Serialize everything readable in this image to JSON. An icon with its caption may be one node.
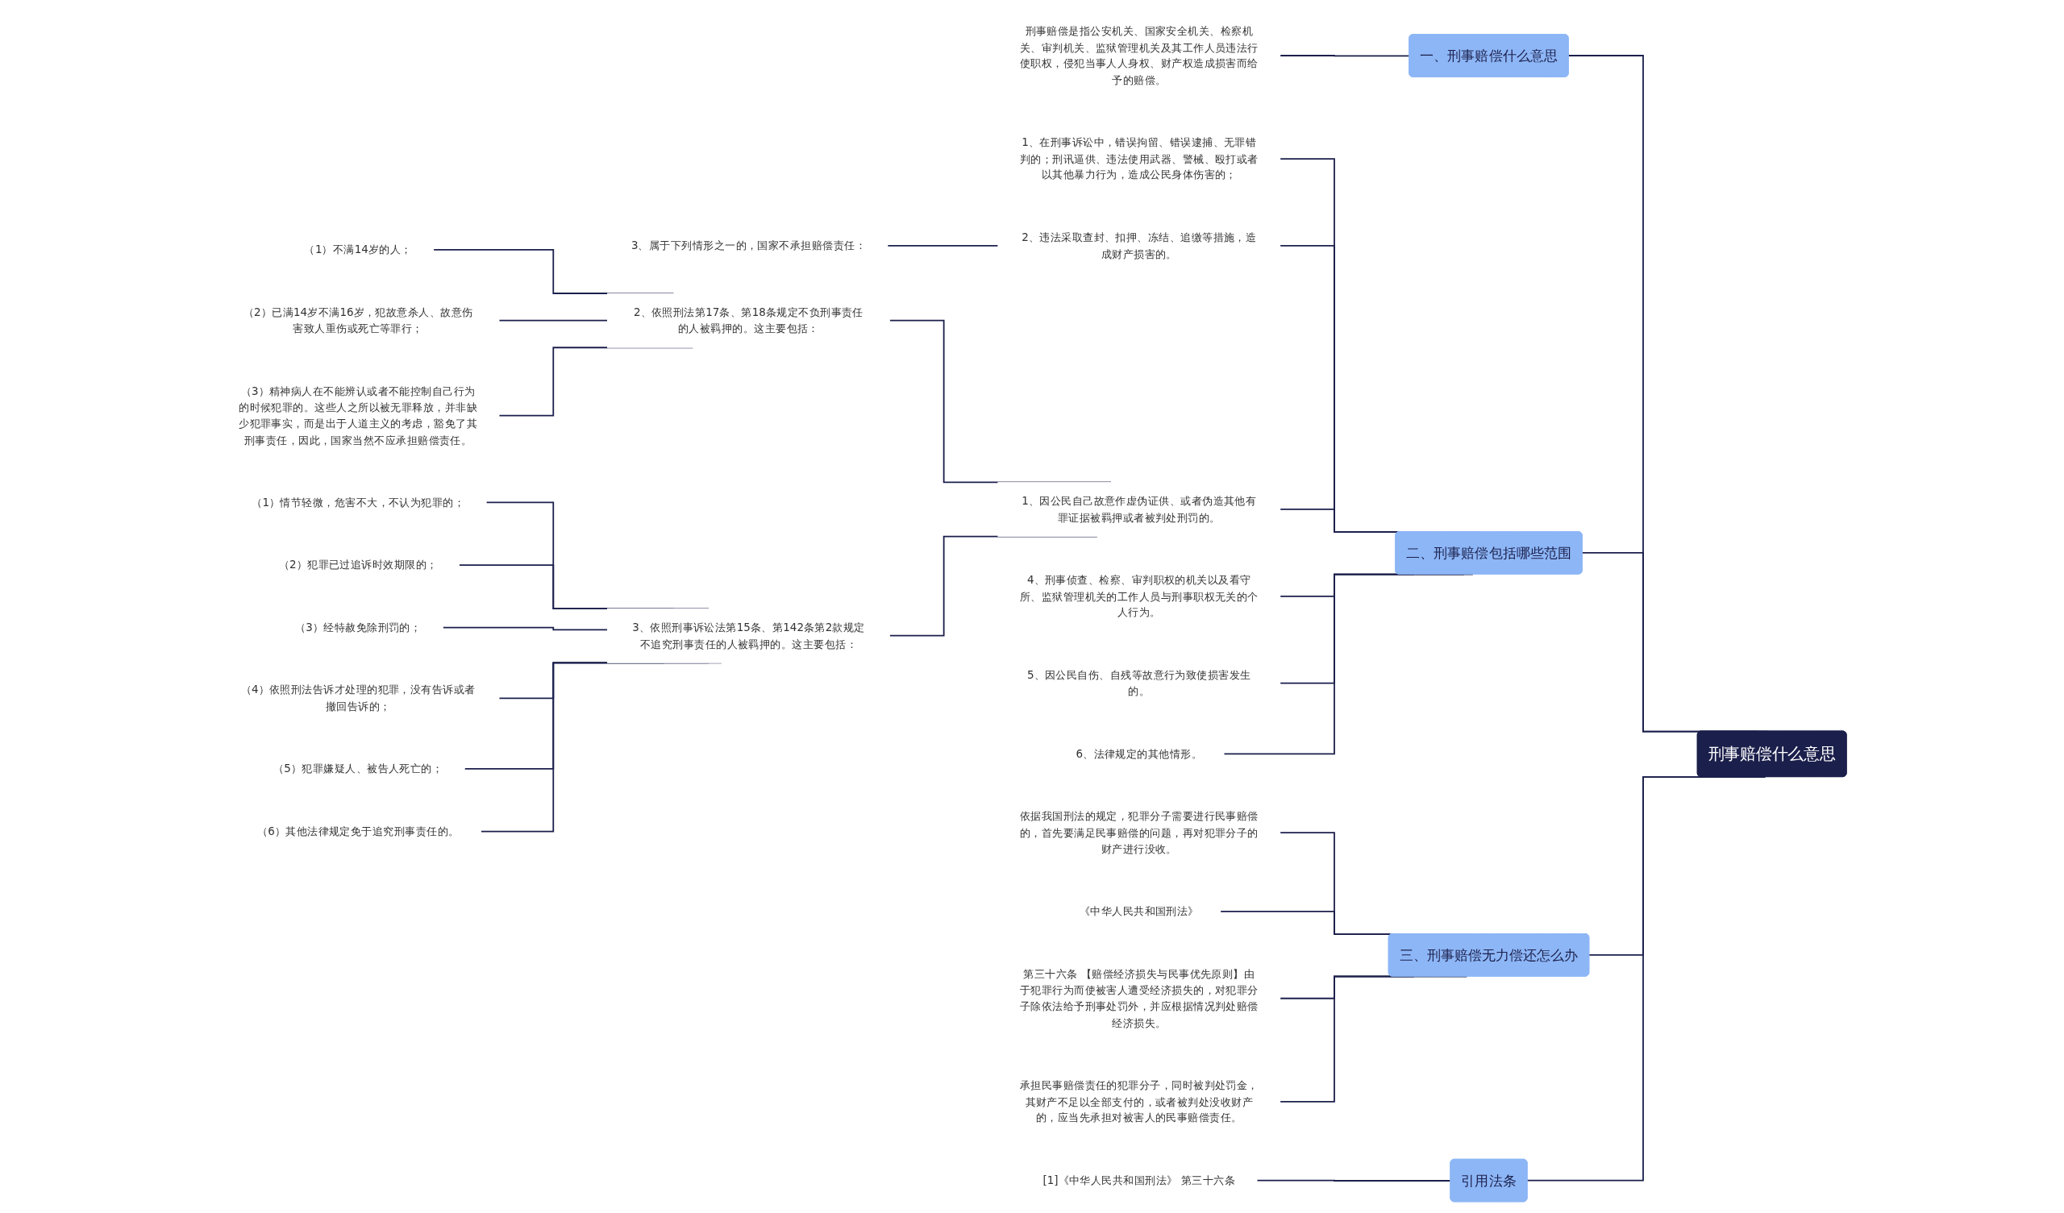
{
  "diagram": {
    "nodes": [
      {
        "text": [
          "刑事赔偿什么意思"
        ]
      },
      {
        "text": [
          "一、刑事赔偿什么意思"
        ]
      },
      {
        "text": [
          "刑事赔偿是指公安机关、国家安全机关、检察机关、审判机关、监狱管理机关及其工作人员违法行使职权，侵犯当事人人身权、财产权造成损害而给予的赔偿。"
        ]
      },
      {
        "text": [
          "二、刑事赔偿包括哪些范围"
        ]
      },
      {
        "text": [
          "1、在刑事诉讼中，错误拘留、错误逮捕、无罪错判的；刑讯逼供、违法使用武器、警械、殴打或者以其他暴力行为，造成公民身体伤害的；"
        ]
      },
      {
        "text": [
          "2、违法采取查封、扣押、冻结、追缴等措施，造成财产损害的。"
        ]
      },
      {
        "text": [
          "3、属于下列情形之一的，国家不承担赔偿责任："
        ]
      },
      {
        "text": [
          "1、因公民自己故意作虚伪证供、或者伪造其他有罪证据被羁押或者被判处刑罚的。"
        ]
      },
      {
        "text": [
          "2、依照刑法第17条、第18条规定不负刑事责任的人被羁押的。这主要包括："
        ]
      },
      {
        "text": [
          "（1）不满14岁的人；"
        ]
      },
      {
        "text": [
          "（2）已满14岁不满16岁，犯故意杀人、故意伤害致人重伤或死亡等罪行；"
        ]
      },
      {
        "text": [
          "（3）精神病人在不能辨认或者不能控制自己行为的时候犯罪的。这些人之所以被无罪释放，并非缺少犯罪事实，而是出于人道主义的考虑，豁免了其刑事责任，因此，国家当然不应承担赔偿责任。"
        ]
      },
      {
        "text": [
          "3、依照刑事诉讼法第15条、第142条第2款规定不追究刑事责任的人被羁押的。这主要包括："
        ]
      },
      {
        "text": [
          "（1）情节轻微，危害不大，不认为犯罪的；"
        ]
      },
      {
        "text": [
          "（2）犯罪已过追诉时效期限的；"
        ]
      },
      {
        "text": [
          "（3）经特赦免除刑罚的；"
        ]
      },
      {
        "text": [
          "（4）依照刑法告诉才处理的犯罪，没有告诉或者撤回告诉的；"
        ]
      },
      {
        "text": [
          "（5）犯罪嫌疑人、被告人死亡的；"
        ]
      },
      {
        "text": [
          "（6）其他法律规定免于追究刑事责任的。"
        ]
      },
      {
        "text": [
          "4、刑事侦查、检察、审判职权的机关以及看守所、监狱管理机关的工作人员与刑事职权无关的个人行为。"
        ]
      },
      {
        "text": [
          "5、因公民自伤、自残等故意行为致使损害发生的。"
        ]
      },
      {
        "text": [
          "6、法律规定的其他情形。"
        ]
      },
      {
        "text": [
          "三、刑事赔偿无力偿还怎么办"
        ]
      },
      {
        "text": [
          "依据我国刑法的规定，犯罪分子需要进行民事赔偿的，首先要满足民事赔偿的问题，再对犯罪分子的财产进行没收。"
        ]
      },
      {
        "text": [
          "《中华人民共和国刑法》"
        ]
      },
      {
        "text": [
          "第三十六条 【赔偿经济损失与民事优先原则】由于犯罪行为而使被害人遭受经济损失的，对犯罪分子除依法给予刑事处罚外，并应根据情况判处赔偿经济损失。"
        ]
      },
      {
        "text": [
          "承担民事赔偿责任的犯罪分子，同时被判处罚金，其财产不足以全部支付的，或者被判处没收财产的，应当先承担对被害人的民事赔偿责任。"
        ]
      },
      {
        "text": [
          "引用法条"
        ]
      },
      {
        "text": [
          "[1]《中华人民共和国刑法》 第三十六条"
        ]
      }
    ],
    "edges": [
      {
        "from": 0,
        "to": 1,
        "arrow": "none"
      },
      {
        "from": 1,
        "to": 2,
        "arrow": "none"
      },
      {
        "from": 0,
        "to": 3,
        "arrow": "none"
      },
      {
        "from": 3,
        "to": 4,
        "arrow": "none"
      },
      {
        "from": 3,
        "to": 5,
        "arrow": "none"
      },
      {
        "from": 5,
        "to": 6,
        "arrow": "none"
      },
      {
        "from": 3,
        "to": 7,
        "arrow": "none"
      },
      {
        "from": 7,
        "to": 8,
        "arrow": "none"
      },
      {
        "from": 8,
        "to": 9,
        "arrow": "none"
      },
      {
        "from": 8,
        "to": 10,
        "arrow": "none"
      },
      {
        "from": 8,
        "to": 11,
        "arrow": "none"
      },
      {
        "from": 7,
        "to": 12,
        "arrow": "none"
      },
      {
        "from": 12,
        "to": 13,
        "arrow": "none"
      },
      {
        "from": 12,
        "to": 14,
        "arrow": "none"
      },
      {
        "from": 12,
        "to": 15,
        "arrow": "none"
      },
      {
        "from": 12,
        "to": 16,
        "arrow": "none"
      },
      {
        "from": 12,
        "to": 17,
        "arrow": "none"
      },
      {
        "from": 12,
        "to": 18,
        "arrow": "none"
      },
      {
        "from": 3,
        "to": 19,
        "arrow": "none"
      },
      {
        "from": 3,
        "to": 20,
        "arrow": "none"
      },
      {
        "from": 3,
        "to": 21,
        "arrow": "none"
      },
      {
        "from": 0,
        "to": 22,
        "arrow": "none"
      },
      {
        "from": 22,
        "to": 23,
        "arrow": "none"
      },
      {
        "from": 22,
        "to": 24,
        "arrow": "none"
      },
      {
        "from": 22,
        "to": 25,
        "arrow": "none"
      },
      {
        "from": 22,
        "to": 26,
        "arrow": "none"
      },
      {
        "from": 0,
        "to": 27,
        "arrow": "none"
      },
      {
        "from": 27,
        "to": 28,
        "arrow": "none"
      }
    ]
  }
}
